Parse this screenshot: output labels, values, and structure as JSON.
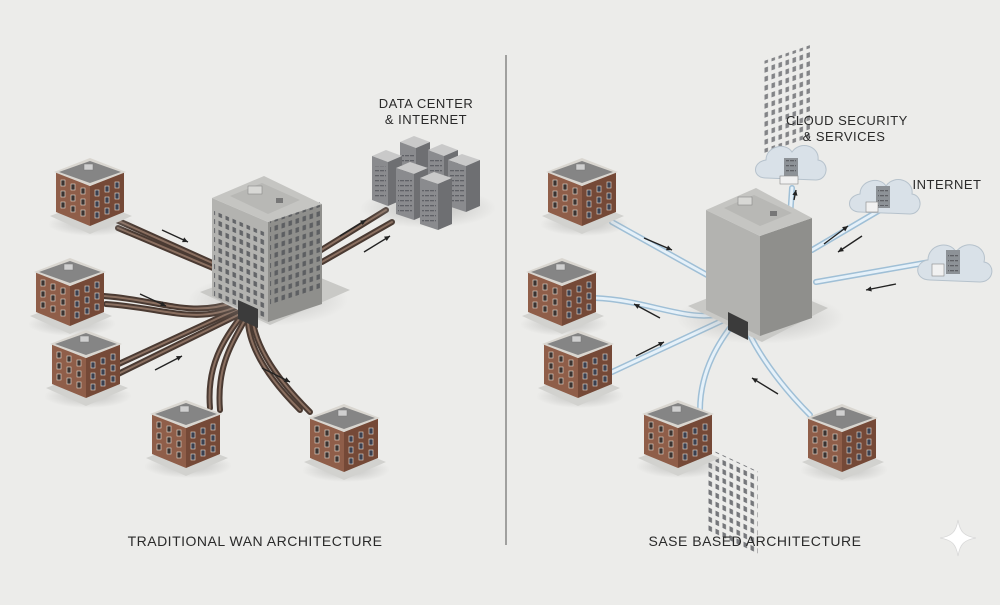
{
  "left_panel": {
    "caption": "TRADITIONAL WAN ARCHITECTURE",
    "datacenter_label": [
      "DATA CENTER",
      "& INTERNET"
    ]
  },
  "right_panel": {
    "caption": "SASE BASED ARCHITECTURE",
    "cloud_label": [
      "CLOUD SECURITY",
      "& SERVICES"
    ],
    "internet_label": "INTERNET"
  },
  "colors": {
    "background": "#ececea",
    "brick": "#8f5e49",
    "roof": "#858585",
    "concrete": "#a9a9a6",
    "mpls_cable": "#5e4a40",
    "sase_tunnel": "#cfe3f1",
    "arrow": "#222222"
  }
}
